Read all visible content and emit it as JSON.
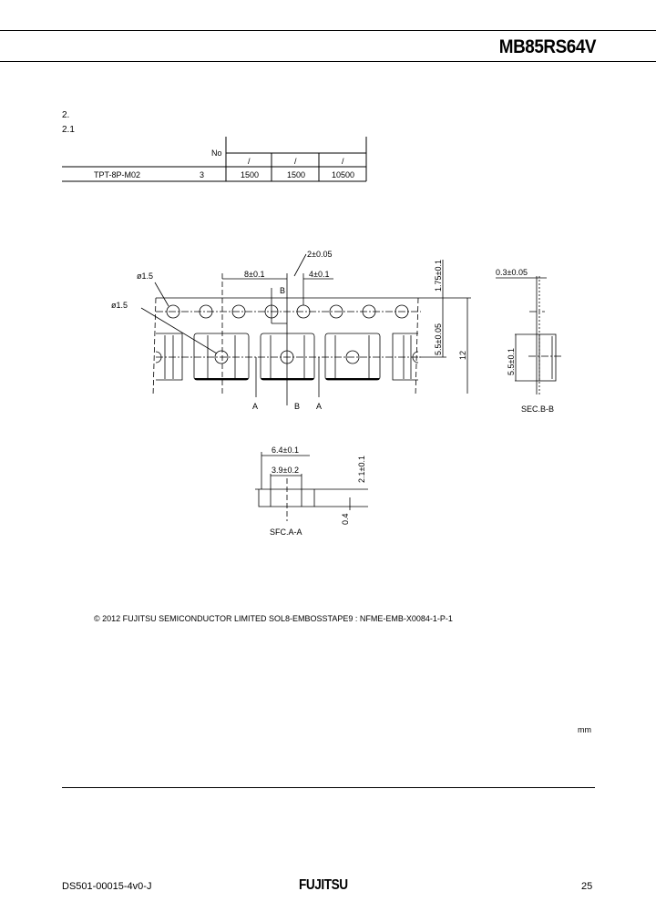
{
  "header": {
    "part_number": "MB85RS64V"
  },
  "section": {
    "number": "2.",
    "subsection": "2.1"
  },
  "table": {
    "no_label": "No",
    "header_slashes": [
      "/",
      "/",
      "/"
    ],
    "row": {
      "package": "TPT-8P-M02",
      "no": "3",
      "values": [
        "1500",
        "1500",
        "10500"
      ]
    }
  },
  "drawing": {
    "dims": {
      "hole_dia_1": "ø1.5",
      "hole_dia_2": "ø1.5",
      "pitch_8": "8±0.1",
      "pitch_4": "4±0.1",
      "pitch_2": "2±0.05",
      "edge_175": "1.75±0.1",
      "offset_55": "5.5±0.05",
      "width_12": "12",
      "thickness": "0.3±0.05",
      "pocket_55": "5.5±0.1",
      "pocket_64": "6.4±0.1",
      "pocket_39": "3.9±0.2",
      "depth_21": "2.1±0.1",
      "depth_04": "0.4"
    },
    "labels": {
      "a": "A",
      "b": "B",
      "sec_bb": "SEC.B-B",
      "sec_aa": "SFC.A-A"
    }
  },
  "copyright": "© 2012 FUJITSU SEMICONDUCTOR LIMITED  SOL8-EMBOSSTAPE9 : NFME-EMB-X0084-1-P-1",
  "unit": "mm",
  "footer": {
    "doc_id": "DS501-00015-4v0-J",
    "logo": "FUJITSU",
    "page": "25"
  }
}
